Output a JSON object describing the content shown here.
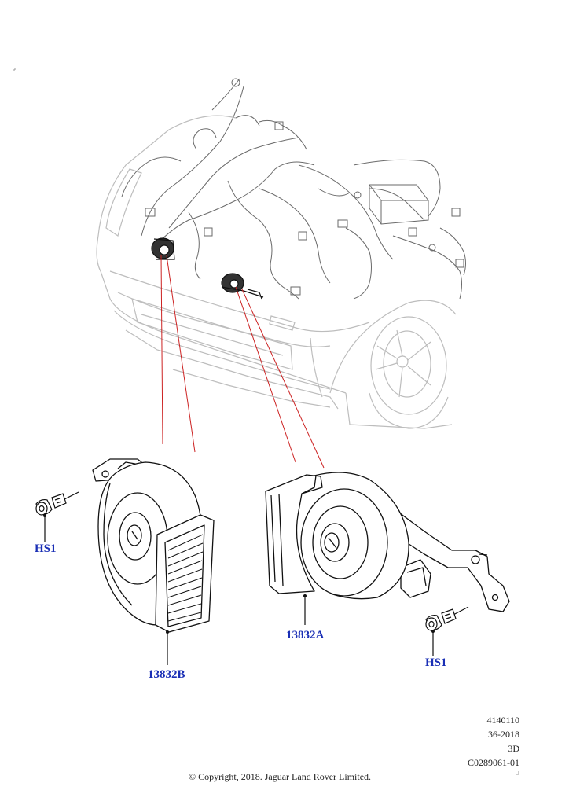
{
  "callouts": {
    "hs1_left": "HS1",
    "horn_b": "13832B",
    "horn_a": "13832A",
    "hs1_right": "HS1"
  },
  "info_block": {
    "line1": "4140110",
    "line2": "36-2018",
    "line3": "3D",
    "line4": "C0289061-01"
  },
  "copyright": "© Copyright, 2018. Jaguar Land Rover Limited.",
  "colors": {
    "callout_text": "#1a2fb5",
    "leader_line": "#cc2222",
    "vehicle_outline": "#b8b8b8",
    "part_outline": "#111111"
  }
}
